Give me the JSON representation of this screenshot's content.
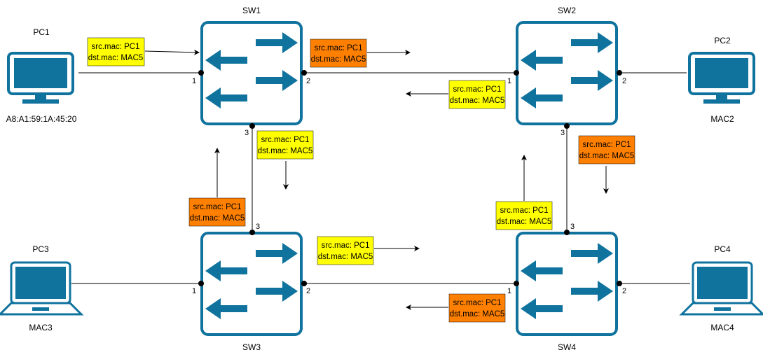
{
  "colors": {
    "device": "#10739E",
    "frame_yellow": "#FFFF00",
    "frame_orange": "#FF8000",
    "link": "#000000"
  },
  "nodes": {
    "pc1": {
      "label": "PC1",
      "sublabel": "A8:A1:59:1A:45:20",
      "icon": "monitor-icon"
    },
    "pc2": {
      "label": "PC2",
      "sublabel": "MAC2",
      "icon": "monitor-icon"
    },
    "pc3": {
      "label": "PC3",
      "sublabel": "MAC3",
      "icon": "laptop-icon"
    },
    "pc4": {
      "label": "PC4",
      "sublabel": "MAC4",
      "icon": "laptop-icon"
    },
    "sw1": {
      "label": "SW1",
      "icon": "switch-icon"
    },
    "sw2": {
      "label": "SW2",
      "icon": "switch-icon"
    },
    "sw3": {
      "label": "SW3",
      "icon": "switch-icon"
    },
    "sw4": {
      "label": "SW4",
      "icon": "switch-icon"
    }
  },
  "ports": {
    "sw1": [
      "1",
      "2",
      "3"
    ],
    "sw2": [
      "1",
      "2",
      "3"
    ],
    "sw3": [
      "1",
      "2",
      "3"
    ],
    "sw4": [
      "1",
      "2",
      "3"
    ]
  },
  "frames": [
    {
      "id": "f1",
      "color": "yellow",
      "src": "src.mac: PC1",
      "dst": "dst.mac: MAC5"
    },
    {
      "id": "f2",
      "color": "orange",
      "src": "src.mac: PC1",
      "dst": "dst.mac: MAC5"
    },
    {
      "id": "f3",
      "color": "yellow",
      "src": "src.mac: PC1",
      "dst": "dst.mac: MAC5"
    },
    {
      "id": "f4",
      "color": "yellow",
      "src": "src.mac: PC1",
      "dst": "dst.mac: MAC5"
    },
    {
      "id": "f5",
      "color": "orange",
      "src": "src.mac: PC1",
      "dst": "dst.mac: MAC5"
    },
    {
      "id": "f6",
      "color": "orange",
      "src": "src.mac: PC1",
      "dst": "dst.mac: MAC5"
    },
    {
      "id": "f7",
      "color": "yellow",
      "src": "src.mac: PC1",
      "dst": "dst.mac: MAC5"
    },
    {
      "id": "f8",
      "color": "yellow",
      "src": "src.mac: PC1",
      "dst": "dst.mac: MAC5"
    },
    {
      "id": "f9",
      "color": "orange",
      "src": "src.mac: PC1",
      "dst": "dst.mac: MAC5"
    }
  ]
}
